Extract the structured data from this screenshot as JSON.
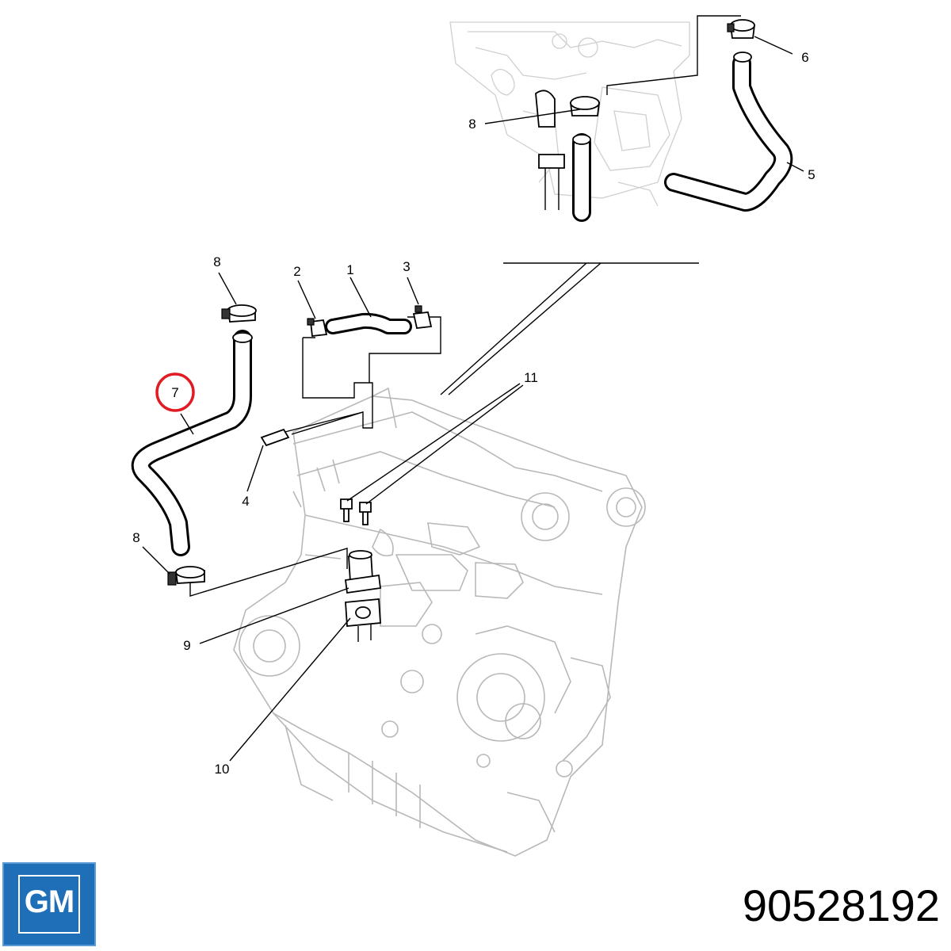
{
  "brand": {
    "logo_text": "GM",
    "logo_color": "#1f6fb8"
  },
  "part_number": "90528192",
  "highlight_color": "#e01b24",
  "callouts": {
    "c1": "1",
    "c2": "2",
    "c3": "3",
    "c4": "4",
    "c5": "5",
    "c6": "6",
    "c7": "7",
    "c8_top": "8",
    "c8_upper_left": "8",
    "c8_lower_left": "8",
    "c9": "9",
    "c10": "10",
    "c11": "11"
  },
  "highlighted_callout": "7"
}
